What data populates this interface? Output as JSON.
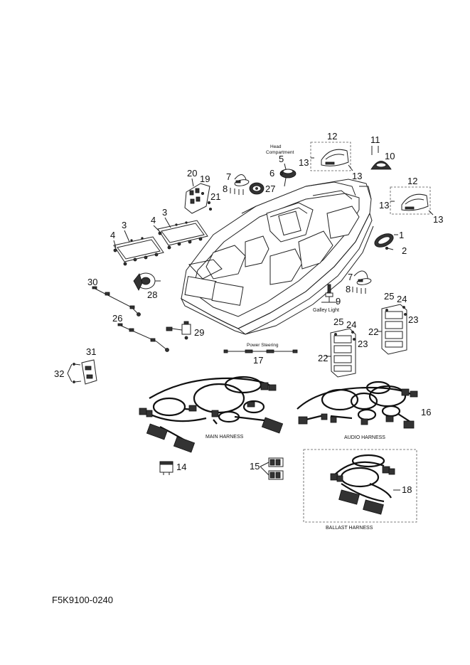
{
  "diagram": {
    "part_code": "F5K9100-0240",
    "labels": {
      "head_compartment": "Head\nCompartment",
      "galley_light": "Galley Light",
      "power_steering": "Power Steering",
      "main_harness": "MAIN HARNESS",
      "audio_harness": "AUDIO HARNESS",
      "ballast_harness": "BALLAST HARNESS"
    },
    "callouts": {
      "c1": "1",
      "c2": "2",
      "c3a": "3",
      "c3b": "3",
      "c4a": "4",
      "c4b": "4",
      "c5": "5",
      "c6": "6",
      "c7a": "7",
      "c7b": "7",
      "c8a": "8",
      "c8b": "8",
      "c9": "9",
      "c10": "10",
      "c11": "11",
      "c12a": "12",
      "c12b": "12",
      "c13a": "13",
      "c13b": "13",
      "c13c": "13",
      "c13d": "13",
      "c14": "14",
      "c15": "15",
      "c16": "16",
      "c17": "17",
      "c18": "18",
      "c19": "19",
      "c20": "20",
      "c21": "21",
      "c22a": "22",
      "c22b": "22",
      "c23a": "23",
      "c23b": "23",
      "c24a": "24",
      "c24b": "24",
      "c25a": "25",
      "c25b": "25",
      "c26": "26",
      "c27": "27",
      "c28": "28",
      "c29": "29",
      "c30": "30",
      "c31": "31",
      "c32": "32"
    }
  }
}
